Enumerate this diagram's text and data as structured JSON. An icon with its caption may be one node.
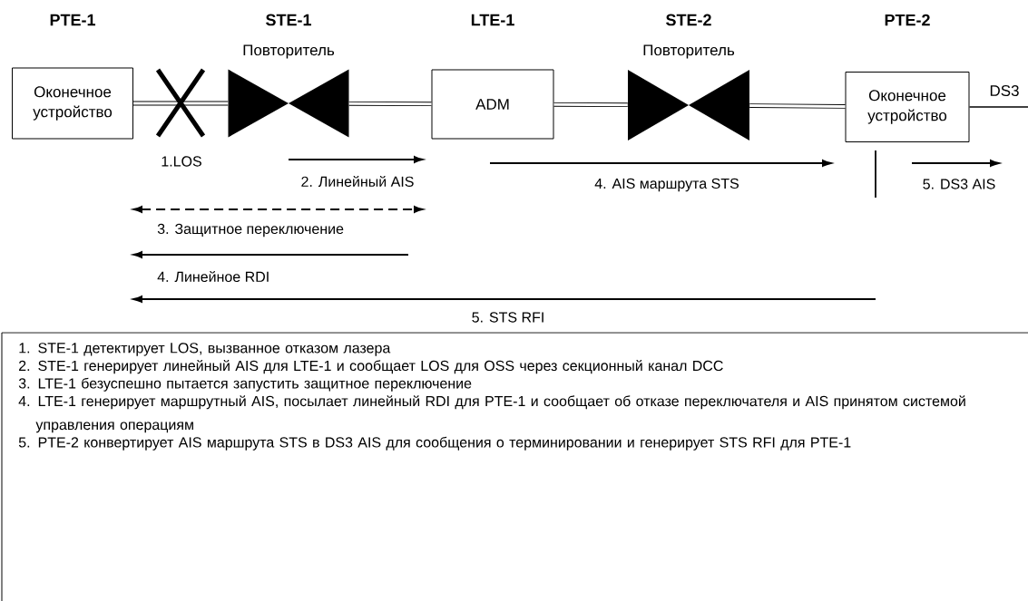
{
  "diagram": {
    "nodes": [
      {
        "text": [
          "Оконечное устройство"
        ],
        "beside": [
          "PTE-1"
        ]
      },
      {
        "text": [
          "Повторитель"
        ],
        "beside": [
          "STE-1"
        ]
      },
      {
        "text": [
          "ADM"
        ],
        "beside": [
          "LTE-1"
        ]
      },
      {
        "text": [
          "Повторитель"
        ],
        "beside": [
          "STE-2"
        ]
      },
      {
        "text": [
          "Оконечное устройство"
        ],
        "beside": [
          "PTE-2"
        ]
      },
      {
        "text": [
          "1. STE-1 детектирует LOS, вызванное отказом лазера",
          "2. STE-1 генерирует линейный AIS для LTE-1 и сообщает LOS для OSS через секционный канал DCC",
          "3. LTE-1 безуспешно пытается запустить защитное переключение",
          "4. LTE-1 генерирует маршрутный AIS, посылает линейный RDI для PTE-1 и сообщает об отказе переключателя и AIS принятом системой управления операциям",
          "5. PTE-2 конвертирует AIS маршрута STS в DS3 AIS для сообщения о терминировании и генерирует STS RFI для PTE-1"
        ]
      }
    ],
    "edges": [
      {
        "from": 0,
        "to": 1,
        "arrow": "none"
      },
      {
        "from": 1,
        "to": 2,
        "arrow": "none"
      },
      {
        "from": 2,
        "to": 3,
        "arrow": "none"
      },
      {
        "from": 3,
        "to": 4,
        "arrow": "none"
      },
      {
        "from": 4,
        "to": null,
        "arrow": "none",
        "label": "DS3"
      }
    ],
    "labels": [
      "1.LOS",
      "2. Линейный AIS",
      "4. AIS маршрута STS",
      "5. DS3 AIS",
      "3. Защитное переключение",
      "4. Линейное RDI",
      "5. STS RFI"
    ]
  }
}
